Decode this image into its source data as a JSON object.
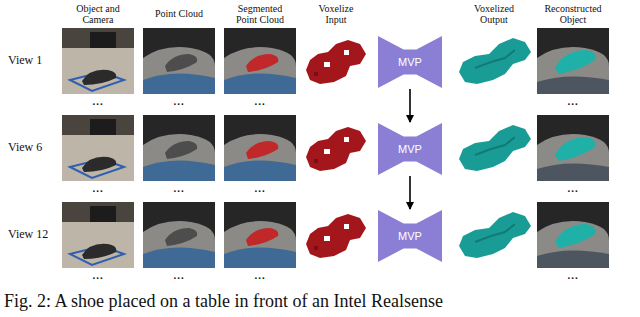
{
  "diagram": {
    "caption": "Fig. 2: A shoe placed on a table in front of an Intel Realsense",
    "nodes": [
      {
        "text": [
          "MVP"
        ]
      },
      {
        "text": [
          "MVP"
        ]
      },
      {
        "text": [
          "MVP"
        ]
      }
    ],
    "edges": [
      {
        "from": 0,
        "to": 1,
        "arrow": "to"
      },
      {
        "from": 1,
        "to": 2,
        "arrow": "to"
      }
    ],
    "labels": [
      "Object and Camera",
      "Point Cloud",
      "Segmented Point Cloud",
      "Voxelize Input",
      "Voxelized Output",
      "Reconstructed Object",
      "View 1",
      "...",
      "...",
      "...",
      "...",
      "View 6",
      "...",
      "...",
      "...",
      "...",
      "View 12",
      "...",
      "...",
      "...",
      "..."
    ]
  }
}
